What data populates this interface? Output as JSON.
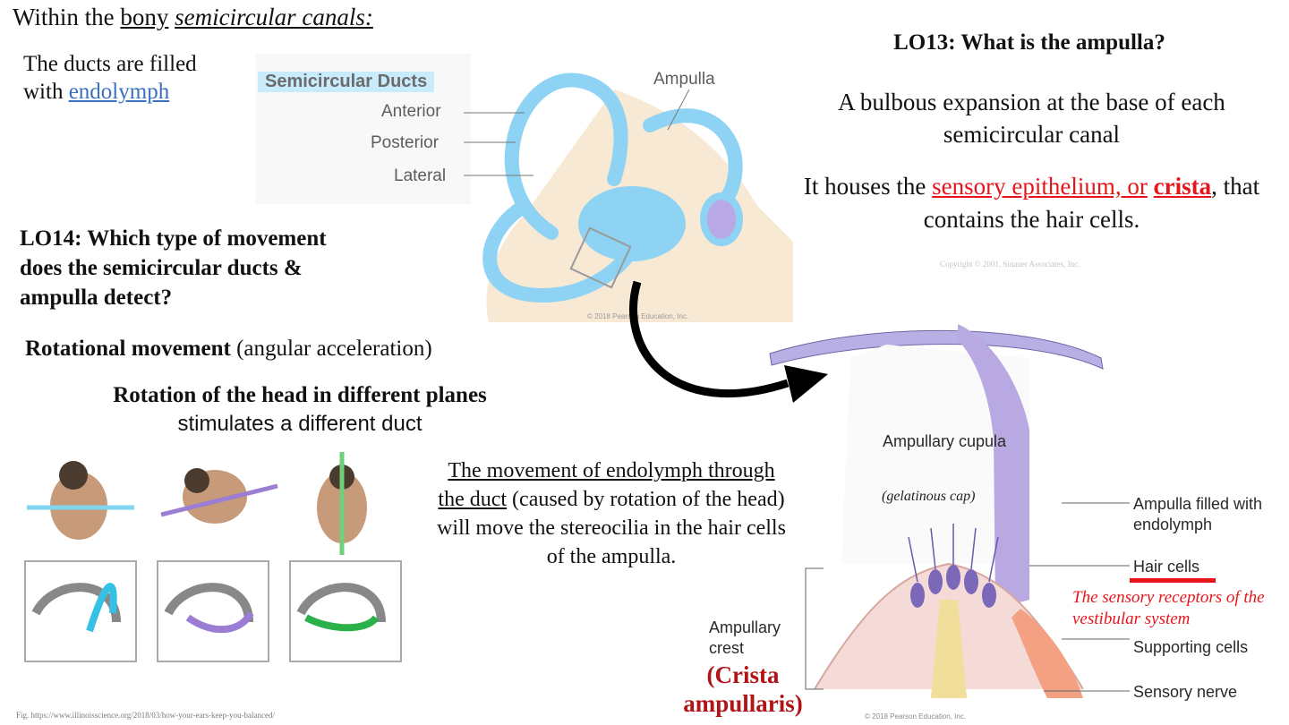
{
  "title": {
    "prefix": "Within the ",
    "bony": "bony",
    "space": " ",
    "canals": "semicircular canals:"
  },
  "endolymph": {
    "line1": "The ducts are filled",
    "line2_prefix": "with ",
    "line2_link": "endolymph"
  },
  "lo14": {
    "line1": "LO14: Which type of movement",
    "line2": "does the semicircular ducts &",
    "line3": "ampulla detect?"
  },
  "rotational": {
    "bold": "Rotational movement",
    "rest": " (angular acceleration)"
  },
  "rotation_head": {
    "bold": "Rotation of the head in different planes",
    "rest": "stimulates a different duct"
  },
  "movement": {
    "underlined": "The movement of endolymph through the duct",
    "rest": " (caused by rotation of the head) will move the stereocilia in the hair cells of the ampulla."
  },
  "lo13": {
    "title": "LO13: What is the ampulla?",
    "definition": "A bulbous expansion at the base of each semicircular canal",
    "houses_prefix": "It houses the ",
    "houses_link1": "sensory epithelium, or",
    "houses_link2": "crista",
    "houses_suffix": ", that contains the hair cells."
  },
  "ducts_figure": {
    "title": "Semicircular Ducts",
    "ampulla": "Ampulla",
    "anterior": "Anterior",
    "posterior": "Posterior",
    "lateral": "Lateral",
    "copyright": "© 2018 Pearson Education, Inc."
  },
  "copyright_sinauer": "Copyright © 2001, Sinauer Associates, Inc.",
  "cupula_figure": {
    "cupula": "Ampullary cupula",
    "gelatinous": "(gelatinous cap)",
    "filled": "Ampulla filled with endolymph",
    "hair_cells": "Hair cells",
    "receptors": "The sensory receptors of the vestibular system",
    "supporting": "Supporting cells",
    "nerve": "Sensory nerve",
    "crest": "Ampullary crest",
    "crista": "(Crista ampullaris)",
    "copyright": "© 2018 Pearson Education, Inc."
  },
  "fig_ref": "Fig. https://www.illinoisscience.org/2018/03/how-your-ears-keep-you-balanced/",
  "colors": {
    "link_blue": "#3a6fc2",
    "highlight_red": "#e8141b",
    "crista_red": "#b11416",
    "duct_blue": "#7cc8ee",
    "cupula_purple": "#b7a5e2"
  }
}
